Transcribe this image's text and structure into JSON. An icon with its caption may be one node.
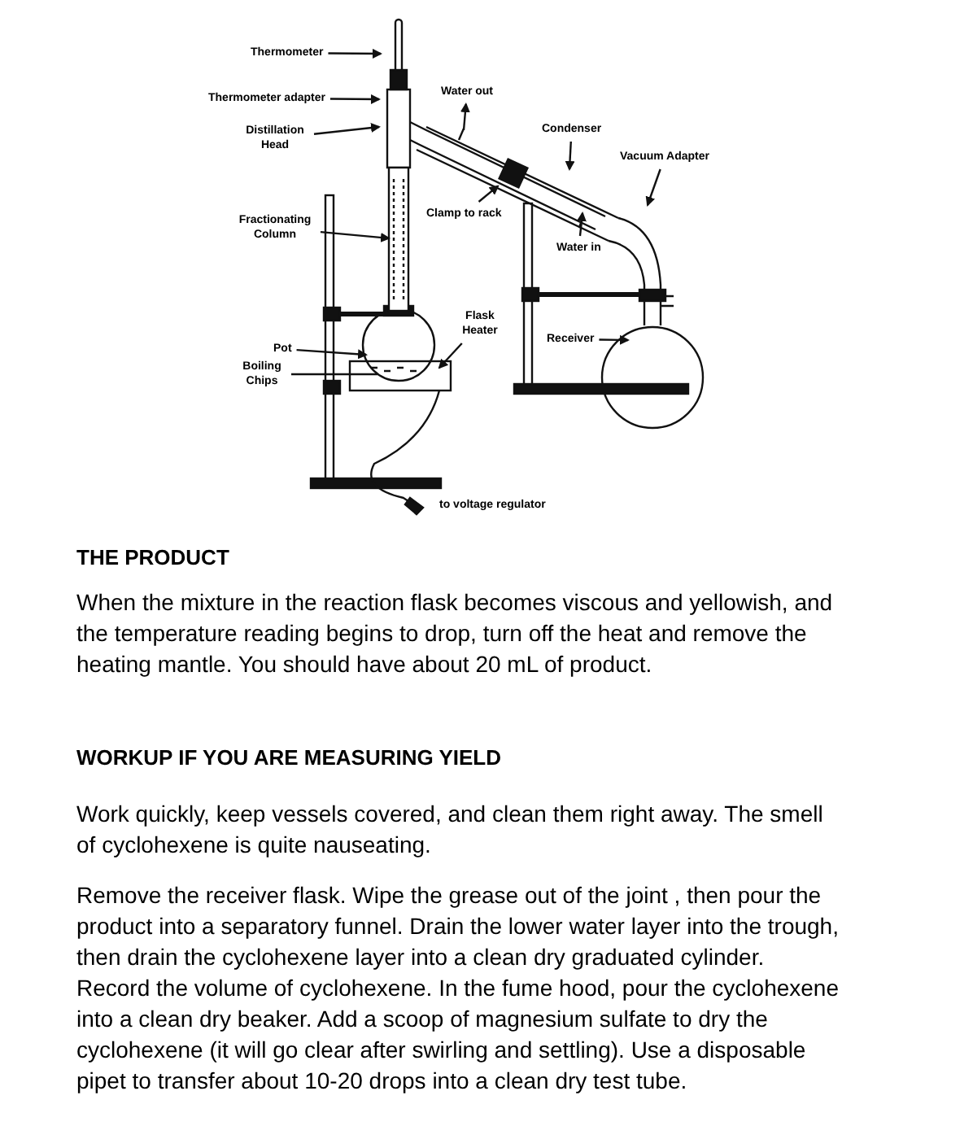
{
  "diagram": {
    "nodes": [
      {
        "text": [
          "Thermometer"
        ]
      },
      {
        "text": [
          "Thermometer adapter"
        ]
      },
      {
        "text": [
          "Distillation Head"
        ]
      },
      {
        "text": [
          "Water out"
        ]
      },
      {
        "text": [
          "Condenser"
        ]
      },
      {
        "text": [
          "Vacuum Adapter"
        ]
      },
      {
        "text": [
          "Fractionating Column"
        ]
      },
      {
        "text": [
          "Clamp to rack"
        ]
      },
      {
        "text": [
          "Water in"
        ]
      },
      {
        "text": [
          "Flask Heater"
        ]
      },
      {
        "text": [
          "Pot"
        ]
      },
      {
        "text": [
          "Receiver"
        ]
      },
      {
        "text": [
          "Boiling Chips"
        ]
      },
      {
        "text": [],
        "shape": "bar"
      },
      {
        "text": [],
        "shape": "box"
      }
    ],
    "edges": [
      {
        "from": 0,
        "to": null,
        "arrow": "to"
      },
      {
        "from": 1,
        "to": null,
        "arrow": "to"
      },
      {
        "from": 2,
        "to": null,
        "arrow": "to"
      },
      {
        "from": null,
        "to": 3,
        "arrow": "to"
      },
      {
        "from": 4,
        "to": null,
        "arrow": "to"
      },
      {
        "from": 5,
        "to": null,
        "arrow": "to"
      },
      {
        "from": 6,
        "to": 13,
        "arrow": "to"
      },
      {
        "from": 7,
        "to": 14,
        "arrow": "to"
      },
      {
        "from": 8,
        "to": null,
        "arrow": "to"
      },
      {
        "from": 9,
        "to": null,
        "arrow": "to"
      },
      {
        "from": 10,
        "to": null,
        "arrow": "to"
      },
      {
        "from": 11,
        "to": null,
        "arrow": "to"
      },
      {
        "from": 12,
        "to": null,
        "arrow": "none"
      }
    ],
    "labels": [
      "to voltage regulator",
      "THE PRODUCT",
      "When the mixture in the reaction flask becomes viscous and yellowish, and the temperature reading begins to drop, turn off the heat and remove the heating mantle. You should have about 20 mL of product.",
      "WORKUP IF YOU ARE MEASURING YIELD",
      "Work quickly, keep vessels covered, and clean them right away. The smell of cyclohexene is quite nauseating.",
      "Remove the receiver flask. Wipe the grease out of the joint , then pour the product into a separatory funnel. Drain the lower water layer into the trough, then drain the cyclohexene layer into a clean dry graduated cylinder. Record the volume of cyclohexene. In the fume hood, pour the cyclohexene into a clean dry beaker. Add a scoop of magnesium sulfate to dry the cyclohexene (it will go clear after swirling and settling). Use a disposable pipet to transfer about 10-20 drops into a clean dry test tube."
    ]
  }
}
